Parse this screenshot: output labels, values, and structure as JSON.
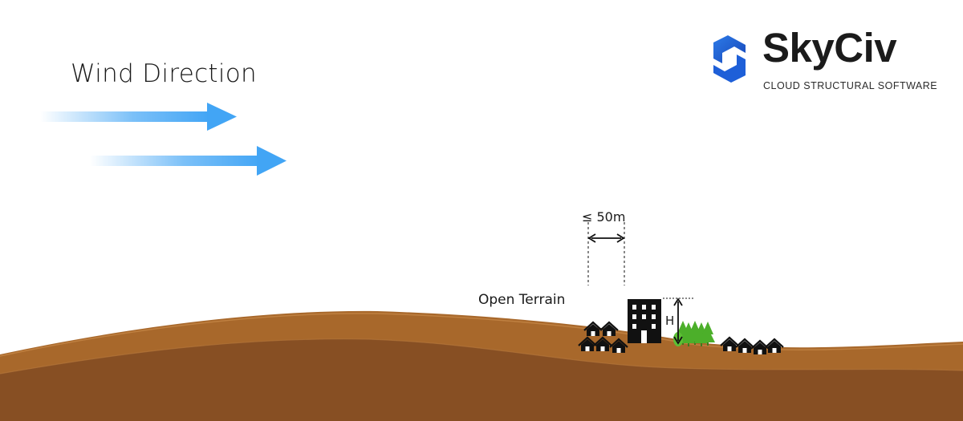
{
  "diagram": {
    "wind_title": "Wind Direction",
    "open_terrain_label": "Open Terrain",
    "distance_label": "≤ 50m",
    "height_label": "H"
  },
  "brand": {
    "name": "SkyCiv",
    "tagline": "CLOUD STRUCTURAL SOFTWARE",
    "logo_icon": "skyciv-hexagon-logo-icon"
  },
  "colors": {
    "wind_arrow": "#42a5f5",
    "ground_top": "#a8682b",
    "ground_bottom": "#874f23",
    "logo_blue": "#1e5fd8",
    "trees": "#4caf2a",
    "buildings": "#111111"
  }
}
